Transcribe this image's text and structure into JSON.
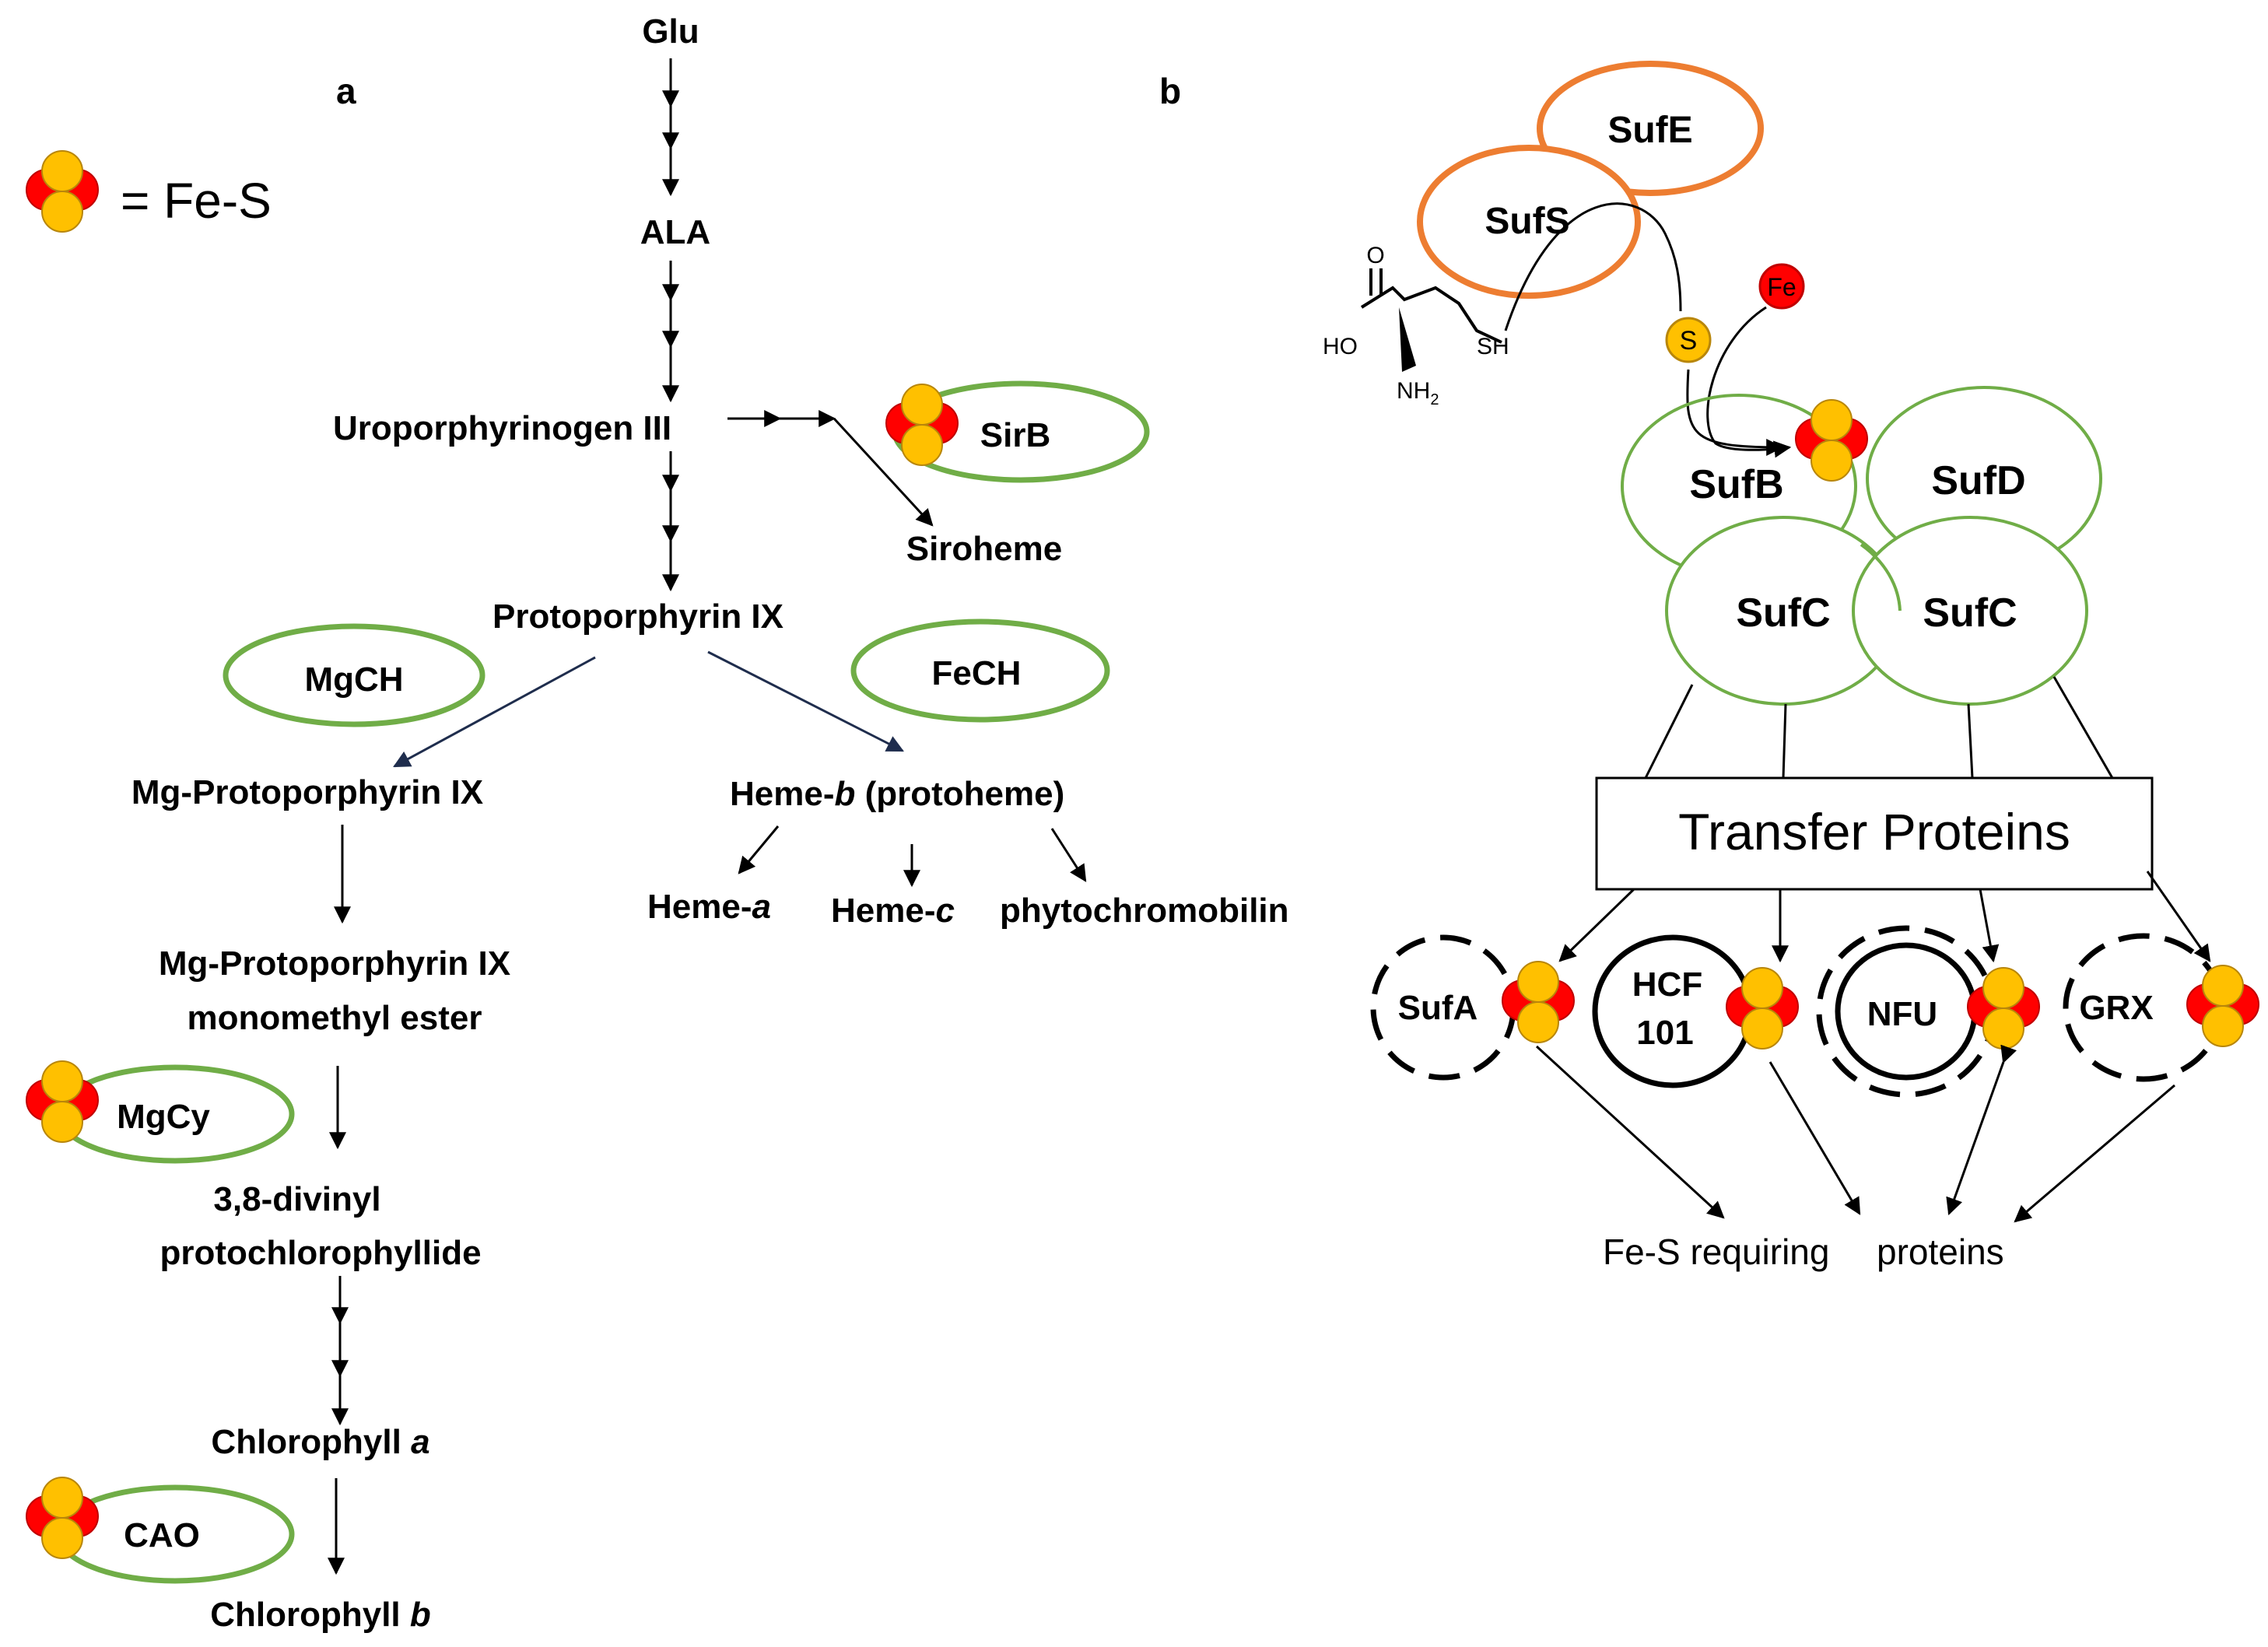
{
  "legend": {
    "equals_label": "= Fe-S"
  },
  "panel_a": {
    "label": "a",
    "glu": "Glu",
    "ala": "ALA",
    "uro": "Uroporphyrinogen III",
    "siroheme": "Siroheme",
    "sirb": "SirB",
    "proto": "Protoporphyrin IX",
    "mgch": "MgCH",
    "fech": "FeCH",
    "mg_proto": "Mg-Protoporphyrin IX",
    "heme_b_prefix": "Heme-",
    "heme_b_italic": "b",
    "heme_b_suffix": " (protoheme)",
    "heme_a_prefix": "Heme-",
    "heme_a_italic": "a",
    "heme_c_prefix": "Heme-",
    "heme_c_italic": "c",
    "phyto": "phytochromobilin",
    "mg_ester_line1": "Mg-Protoporphyrin IX",
    "mg_ester_line2": "monomethyl ester",
    "mgcy": "MgCy",
    "divinyl_line1": "3,8-divinyl",
    "divinyl_line2": "protochlorophyllide",
    "chla_prefix": "Chlorophyll ",
    "chla_italic": "a",
    "cao": "CAO",
    "chlb_prefix": "Chlorophyll ",
    "chlb_italic": "b"
  },
  "panel_b": {
    "label": "b",
    "sufe": "SufE",
    "sufs": "SufS",
    "o_atom": "O",
    "ho": "HO",
    "sh": "SH",
    "nh2": "NH",
    "nh2_sub": "2",
    "s_atom": "S",
    "fe_atom": "Fe",
    "sufb": "SufB",
    "sufd": "SufD",
    "sufc_left": "SufC",
    "sufc_right": "SufC",
    "transfer": "Transfer Proteins",
    "sufa": "SufA",
    "hcf_line1": "HCF",
    "hcf_line2": "101",
    "nfu": "NFU",
    "grx": "GRX",
    "target_left": "Fe-S requiring",
    "target_right": "proteins"
  },
  "colors": {
    "green": "#70ad47",
    "orange": "#ed7d31",
    "fe_red": "#ff0000",
    "s_yellow": "#ffc000",
    "arrow_navy": "#1f2d4d"
  }
}
